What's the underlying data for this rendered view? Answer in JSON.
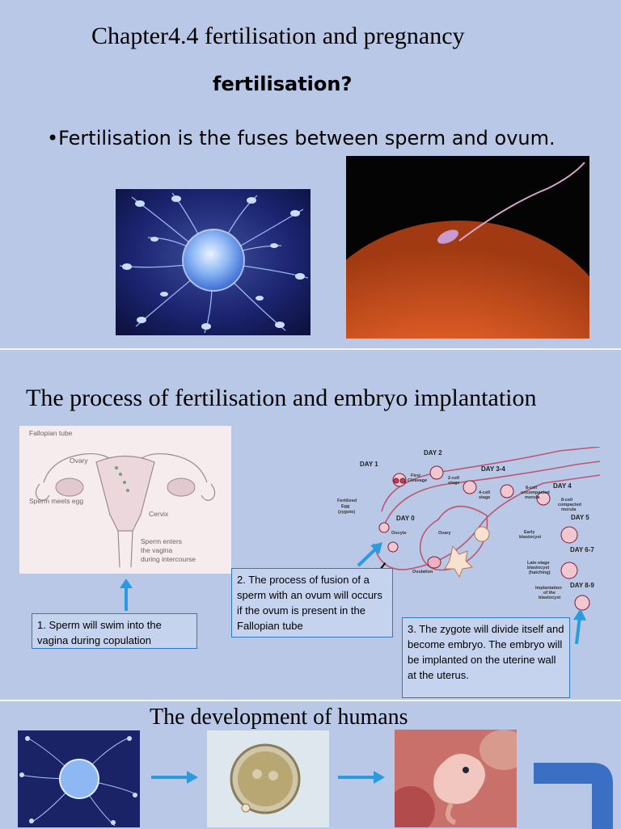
{
  "slide1": {
    "title": "Chapter4.4 fertilisation and pregnancy",
    "subtitle": "fertilisation?",
    "bullet": "Fertilisation is the fuses between sperm and ovum."
  },
  "slide2": {
    "title": "The process of fertilisation and embryo implantation",
    "anatomy_labels": {
      "fallopian": "Fallopian tube",
      "ovary": "Ovary",
      "sperm_meets": "Sperm meets egg",
      "cervix": "Cervix",
      "sperm_enters_1": "Sperm enters",
      "sperm_enters_2": "the vagina",
      "sperm_enters_3": "during intercourse"
    },
    "diagram_labels": {
      "day1": "DAY 1",
      "day2": "DAY 2",
      "day34": "DAY 3-4",
      "day4": "DAY 4",
      "day5": "DAY 5",
      "day67": "DAY 6-7",
      "day89": "DAY 8-9",
      "day0": "DAY 0",
      "fertilized_1": "Fertilized",
      "fertilized_2": "Egg",
      "fertilized_3": "(zygote)",
      "first_1": "First",
      "first_2": "Cleavage",
      "twocell_1": "2-cell",
      "twocell_2": "stage",
      "fourcell_1": "4-cell",
      "fourcell_2": "stage",
      "eightu_1": "8-cell",
      "eightu_2": "uncompacted",
      "eightu_3": "morula",
      "eightc_1": "8-cell",
      "eightc_2": "compacted",
      "eightc_3": "morula",
      "oocyte": "Oocyte",
      "ovary": "Ovary",
      "ovulation": "Ovulation",
      "early_1": "Early",
      "early_2": "blastocyst",
      "late_1": "Late-stage",
      "late_2": "blastocyst",
      "late_3": "(hatching)",
      "impl_1": "Implantation",
      "impl_2": "of the",
      "impl_3": "blastocyst"
    },
    "callout1": "1.   Sperm will swim into the vagina during copulation",
    "callout2": "2.   The process of fusion of a sperm with an ovum will occurs if the ovum is present in the Fallopian tube",
    "callout3": "3.    The zygote will divide itself and become embryo. The embryo will be implanted on the uterine wall at the uterus."
  },
  "slide3": {
    "title": "The development of humans"
  },
  "colors": {
    "background": "#b9c8e6",
    "arrow": "#2b9be0",
    "callout_border": "#2e77c9",
    "corner_shape": "#3a6fc4"
  }
}
